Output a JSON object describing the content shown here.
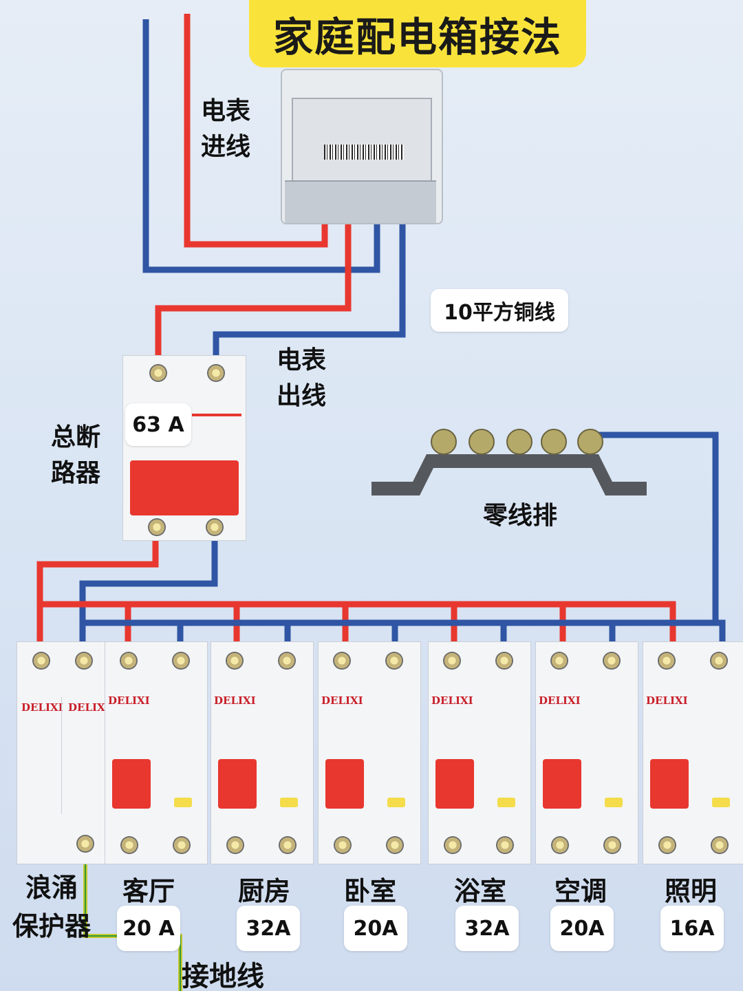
{
  "title": "家庭配电箱接法",
  "labels": {
    "meter_in": "电表\n进线",
    "meter_out": "电表\n出线",
    "main_breaker": "总断\n路器",
    "main_rating": "63 A",
    "wire_spec": "10平方铜线",
    "neutral_bar": "零线排",
    "surge_protector": "浪涌\n保护器",
    "ground_wire": "接地线"
  },
  "branch_breakers": [
    {
      "room": "客厅",
      "rating": "20 A"
    },
    {
      "room": "厨房",
      "rating": "32A"
    },
    {
      "room": "卧室",
      "rating": "20A"
    },
    {
      "room": "浴室",
      "rating": "32A"
    },
    {
      "room": "空调",
      "rating": "20A"
    },
    {
      "room": "照明",
      "rating": "16A"
    }
  ],
  "brand": "DELIXI",
  "colors": {
    "live": "#e8372f",
    "neutral": "#2f55a4",
    "ground": "#c9c82a",
    "title_bg": "#f9e33b"
  }
}
